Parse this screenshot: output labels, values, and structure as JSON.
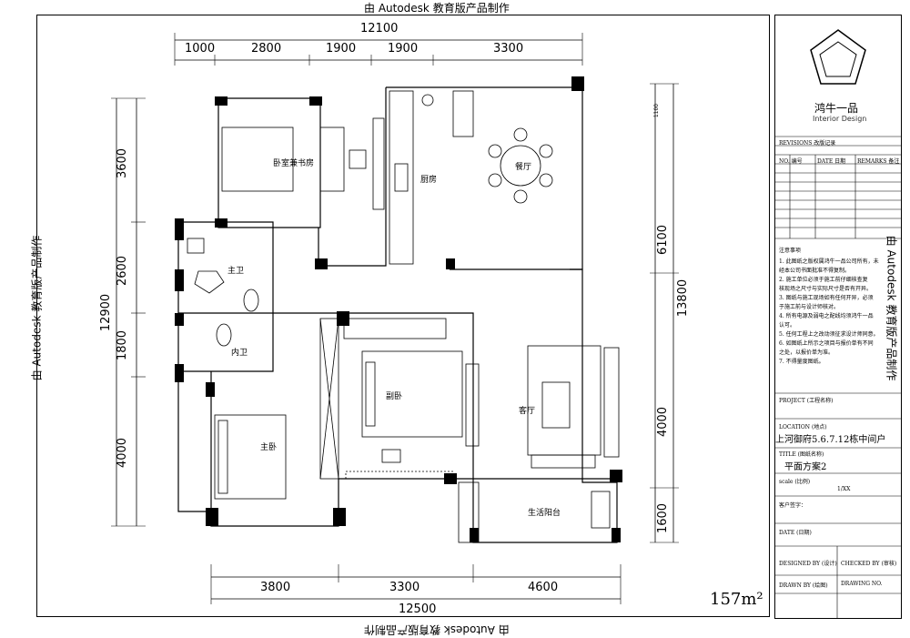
{
  "watermark": "由 Autodesk 教育版产品制作",
  "top_dims": {
    "total": "12100",
    "segments": [
      "1000",
      "2800",
      "1900",
      "1900",
      "3300"
    ]
  },
  "bottom_dims": {
    "total": "12500",
    "segments": [
      "3800",
      "3300",
      "4600"
    ]
  },
  "left_dims": {
    "total": "12900",
    "segments": [
      "3600",
      "2600",
      "1800",
      "4000"
    ]
  },
  "right_dims": {
    "total": "13800",
    "segments": [
      "6100",
      "4000",
      "1600"
    ]
  },
  "small_dim": "1100",
  "rooms": {
    "study": "卧室兼书房",
    "kitchen": "厨房",
    "dining": "餐厅",
    "bath_main": "主卫",
    "bath_inner": "内卫",
    "master": "主卧",
    "second": "副卧",
    "living": "客厅",
    "balcony": "生活阳台"
  },
  "area": "157m²",
  "title_block": {
    "company": "鸿牛一品",
    "company_en": "Interior Design",
    "revisions": "REVISIONS 改版记录",
    "rev_no": "NO. 编号",
    "rev_date": "DATE 日期",
    "rev_remarks": "REMARKS 备注",
    "notes_title": "注意事项",
    "notes": [
      "1. 此图纸之版权属鸿牛一品公司所有，未",
      "经本公司书面批准不得复制。",
      "2. 施工单位必须于施工前仔细核查复",
      "核现场之尺寸与实际尺寸是否有开异。",
      "3. 图纸与施工现场如有任何开异，必须",
      "于施工前与设计师核对。",
      "4. 所有电源及弱电之配线均须鸿牛一品",
      "认可。",
      "5. 任何工程上之改动须征求设计师同意。",
      "6. 如图纸上所示之项目与报价单有不同",
      "之处，以报价单为准。",
      "7. 不得量度图纸。"
    ],
    "project": "PROJECT (工程名称)",
    "location": "LOCATION (地点)",
    "location_value": "上河御府5.6.7.12栋中间户",
    "title": "TITLE (图纸名称)",
    "title_value": "平面方案2",
    "scale": "scale (比例)",
    "scale_value": "1/XX",
    "client": "客户签字：",
    "date": "DATE (日期)",
    "designed": "DESIGNED BY (设计)",
    "checked": "CHECKED BY (审核)",
    "drawn": "DRAWN BY (绘图)",
    "drawing_no": "DRAWING NO."
  }
}
